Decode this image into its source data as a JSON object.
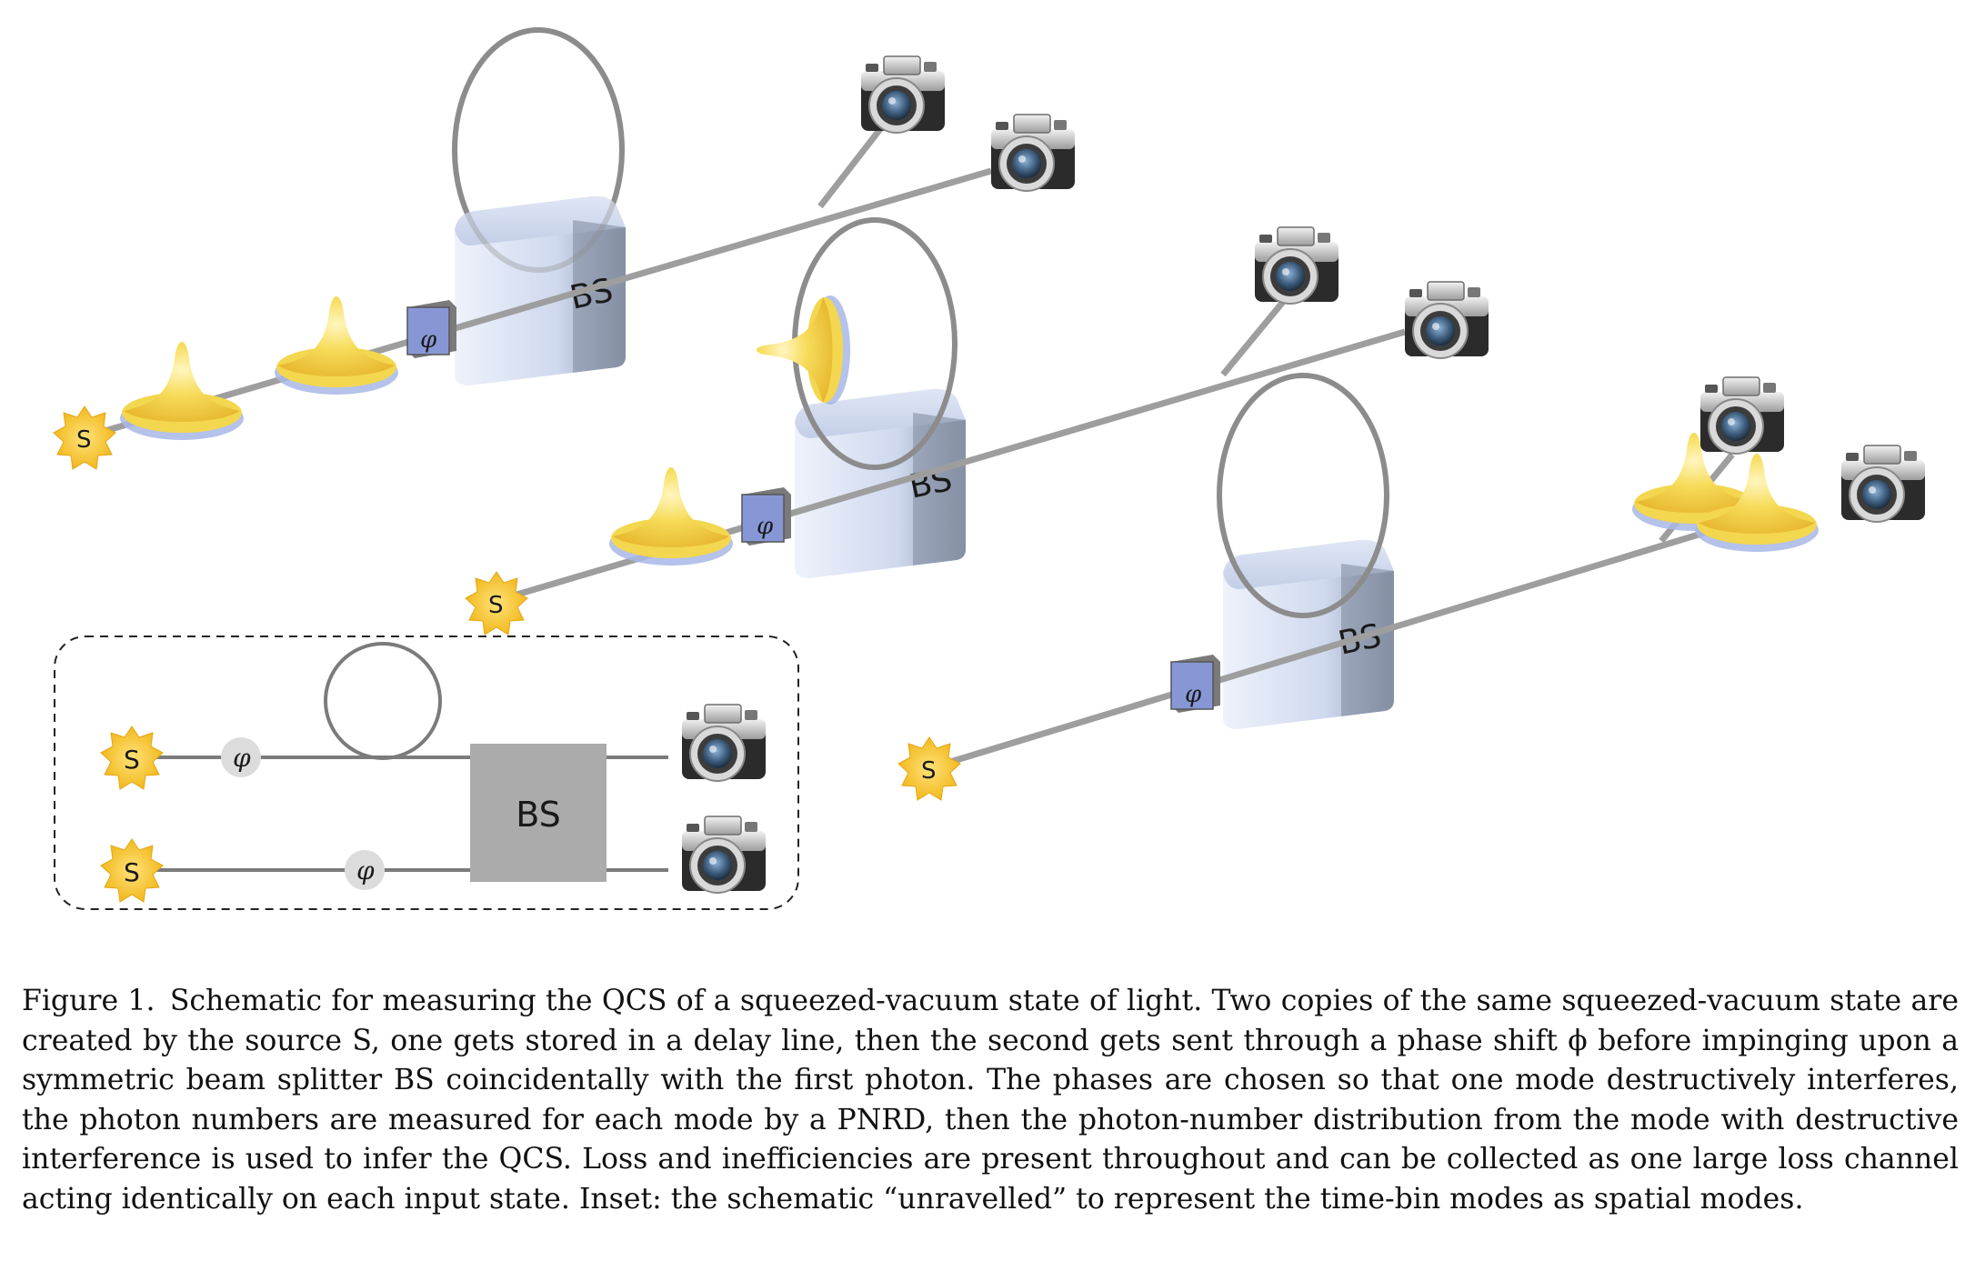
{
  "figure": {
    "source_label": "S",
    "phase_label": "φ",
    "beam_splitter_label": "BS",
    "icons": [
      "star-source-icon",
      "camera-icon",
      "squeezed-state-icon"
    ],
    "colors": {
      "beam": "#9e9e9e",
      "loop": "#8c8c8c",
      "source": "#f6c531",
      "phase_box": "#8797d6",
      "splitter": "#c5d3ee",
      "state": "#f5d75a",
      "inset_bs": "#ababab"
    }
  },
  "caption": {
    "label": "Figure 1.",
    "text": "Schematic for measuring the QCS of a squeezed-vacuum state of light. Two copies of the same squeezed-vacuum state are created by the source S, one gets stored in a delay line, then the second gets sent through a phase shift ϕ before impinging upon a symmetric beam splitter BS coincidentally with the first photon. The phases are chosen so that one mode destructively interferes, the photon numbers are measured for each mode by a PNRD, then the photon-number distribution from the mode with destructive interference is used to infer the QCS. Loss and inefficiencies are present throughout and can be collected as one large loss channel acting identically on each input state. Inset: the schematic “unravelled” to represent the time-bin modes as spatial modes."
  }
}
